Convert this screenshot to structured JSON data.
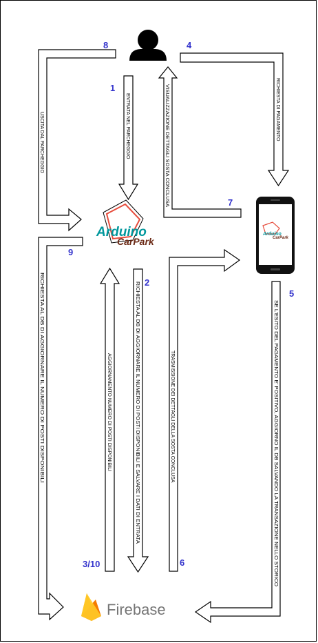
{
  "steps": {
    "s1": {
      "num": "1",
      "label": "ENTRATA NEL PARCHEGGIO"
    },
    "s2": {
      "num": "2",
      "label": "RICHIESTA AL DB DI AGGIORNARE IL NUMERO DI POSTI DISPONIBILI E SALVARE I DATI DI ENTRATA"
    },
    "s3": {
      "num": "3/10",
      "label": "AGGIORNAMENTO NUMERO DI POSTI DISPONIBILI"
    },
    "s4": {
      "num": "4",
      "label": "RICHIESTA DI PAGAMENTO"
    },
    "s5": {
      "num": "5",
      "label": "SE L'ESITO DEL PAGAMENTO E' POSITIVO, AGGIORNO IL DB SALVANDO LA TRANSAZIONE NELLO STORICO"
    },
    "s6": {
      "num": "6",
      "label": "TRASMISSIONE DEI DETTAGLI DELLA SOSTA CONCLUSA"
    },
    "s7": {
      "num": "7",
      "label": "VISUALIZZAZIONE DETTAGLI SOSTA CONCLUSA"
    },
    "s8": {
      "num": "8",
      "label": "USCITA DAL PARCHEGGIO"
    },
    "s9": {
      "num": "9",
      "label": "RICHIESTA AL DB DI AGGIORNARE IL NUMERO DI POSTI DISPONIBILI"
    }
  },
  "logos": {
    "arduino_word": "Arduino",
    "carpark_word": "CarPark",
    "firebase_word": "Firebase"
  },
  "colors": {
    "step_number": "#3333cc",
    "arduino_teal": "#00979c",
    "carpark_brown": "#6b2a16",
    "firebase_yellow": "#ffca28",
    "firebase_orange": "#ffa000",
    "firebase_dark_orange": "#f57c00",
    "firebase_text": "#757575"
  },
  "icons": {
    "user": "user-icon",
    "phone": "smartphone-icon",
    "arduino": "arduino-carpark-logo",
    "firebase": "firebase-flame-icon"
  }
}
